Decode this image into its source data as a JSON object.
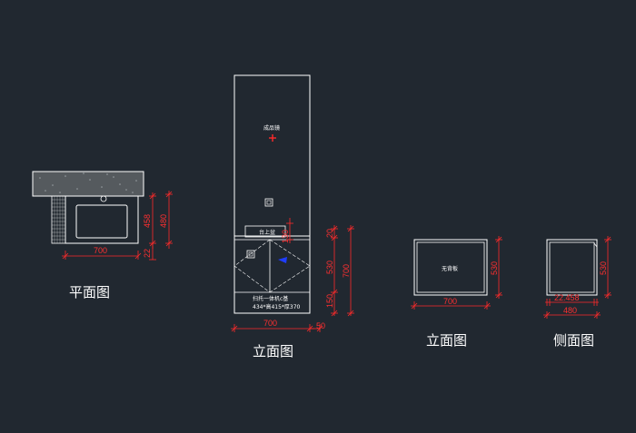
{
  "views": {
    "plan": {
      "title": "平面图",
      "dims": {
        "width": "700",
        "depth_458": "458",
        "depth_480": "480",
        "offset_22": "22"
      }
    },
    "front": {
      "title": "立面图",
      "labels": {
        "product_label": "成品镜",
        "counter_basin": "台上盆",
        "machine_line1": "扫托一体机c基",
        "machine_line2": "434*高415*厚370"
      },
      "dims": {
        "width": "700",
        "side_50": "50",
        "top_20": "20",
        "cabinet_530": "530",
        "total_700": "700",
        "base_150": "150",
        "inner_130": "130"
      }
    },
    "front2": {
      "title": "立面图",
      "labels": {
        "no_back_panel": "无背板"
      },
      "dims": {
        "width": "700",
        "height_530": "530"
      }
    },
    "side": {
      "title": "侧面图",
      "dims": {
        "inner": "22.458",
        "width": "480",
        "height_530": "530"
      }
    }
  },
  "colors": {
    "background": "#212830",
    "lines": "#ffffff",
    "dimensions": "#ff2a2a",
    "accent_blue": "#1f3dff",
    "countertop": "#5a5a5a"
  }
}
